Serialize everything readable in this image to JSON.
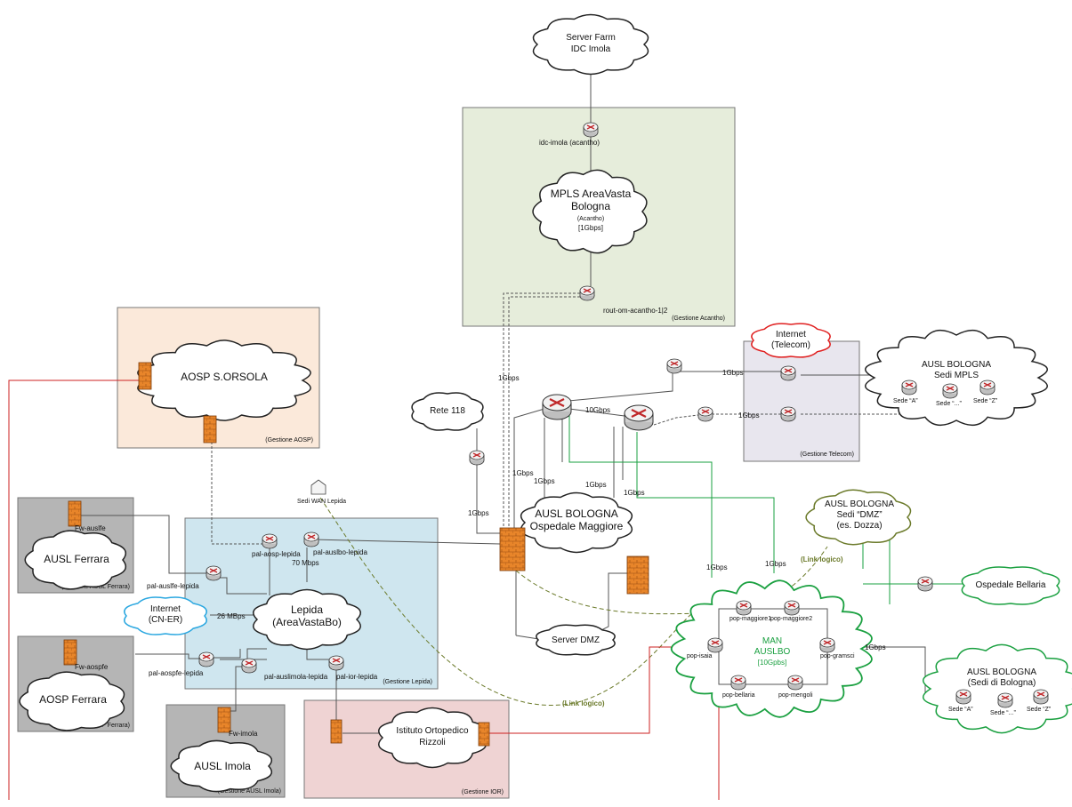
{
  "clouds": {
    "server_farm": {
      "line1": "Server Farm",
      "line2": "IDC Imola"
    },
    "mpls": {
      "line1": "MPLS AreaVasta",
      "line2": "Bologna",
      "line3": "(Acantho)",
      "line4": "[1Gbps]"
    },
    "aosp_orsola": {
      "line1": "AOSP S.ORSOLA"
    },
    "rete118": {
      "line1": "Rete 118"
    },
    "internet_telecom": {
      "line1": "Internet",
      "line2": "(Telecom)"
    },
    "ausl_mpls": {
      "line1": "AUSL BOLOGNA",
      "line2": "Sedi MPLS"
    },
    "ausl_maggiore": {
      "line1": "AUSL BOLOGNA",
      "line2": "Ospedale Maggiore"
    },
    "ausl_ferrara": {
      "line1": "AUSL Ferrara"
    },
    "internet_cner": {
      "line1": "Internet",
      "line2": "(CN-ER)"
    },
    "lepida": {
      "line1": "Lepida",
      "line2": "(AreaVastaBo)"
    },
    "aosp_ferrara": {
      "line1": "AOSP Ferrara"
    },
    "ausl_imola": {
      "line1": "AUSL Imola"
    },
    "ior": {
      "line1": "Istituto Ortopedico",
      "line2": "Rizzoli"
    },
    "server_dmz": {
      "line1": "Server DMZ"
    },
    "ausl_dmz": {
      "line1": "AUSL BOLOGNA",
      "line2": "Sedi “DMZ”",
      "line3": "(es. Dozza)"
    },
    "bellaria": {
      "line1": "Ospedale Bellaria"
    },
    "man": {
      "line1": "MAN",
      "line2": "AUSLBO",
      "line3": "[10Gpbs]"
    },
    "ausl_sedi_bo": {
      "line1": "AUSL BOLOGNA",
      "line2": "(Sedi di Bologna)"
    }
  },
  "zones": {
    "acantho": "(Gestione Acantho)",
    "aosp": "(Gestione AOSP)",
    "telecom": "(Gestione Telecom)",
    "lepida": "(Gestione Lepida)",
    "ausl_ferrara": "(Gestione AUSL Ferrara)",
    "aosp_ferrara": "(Gestione AOSP Ferrara)",
    "ausl_imola": "(Gestione AUSL Imola)",
    "ior": "(Gestione IOR)"
  },
  "devices": {
    "idc_imola": "idc-imola (acantho)",
    "rout_om": "rout-om-acantho-1|2",
    "fw_auslfe": "Fw-auslfe",
    "fw_aospfe": "Fw-aospfe",
    "fw_imola": "Fw-imola",
    "pal_aosp": "pal-aosp-lepida",
    "pal_auslbo": "pal-auslbo-lepida",
    "pal_auslfe": "pal-auslfe-lepida",
    "pal_aospfe": "pal-aospfe-lepida",
    "pal_auslimola": "pal-auslimola-lepida",
    "pal_ior": "pal-ior-lepida",
    "sedi_wan": "Sedi WAN Lepida",
    "pop_maggiore1": "pop-maggiore1",
    "pop_maggiore2": "pop-maggiore2",
    "pop_isaia": "pop-isaia",
    "pop_gramsci": "pop-gramsci",
    "pop_bellaria": "pop-bellaria",
    "pop_mengoli": "pop-mengoli",
    "sede_a": "Sede “A”",
    "sede_dots": "Sede “...”",
    "sede_z": "Sede “Z”"
  },
  "links": {
    "gbps1": "1Gbps",
    "gbps10": "10Gbps",
    "mbps70": "70 Mbps",
    "mbps26": "26 MBps",
    "link_logico": "(Link logico)"
  },
  "colors": {
    "zone_acantho": "#e6eddb",
    "zone_aosp": "#fbe9da",
    "zone_telecom": "#e8e6ee",
    "zone_lepida": "#cfe6ef",
    "zone_grey": "#b5b5b5",
    "zone_ior": "#efd3d3",
    "man_green": "#1aa040",
    "internet_red": "#e02020",
    "internet_blue": "#2aa7e0",
    "dmz_olive": "#6b7a2a",
    "red_link": "#cc2222",
    "firewall": "#e8852a"
  }
}
